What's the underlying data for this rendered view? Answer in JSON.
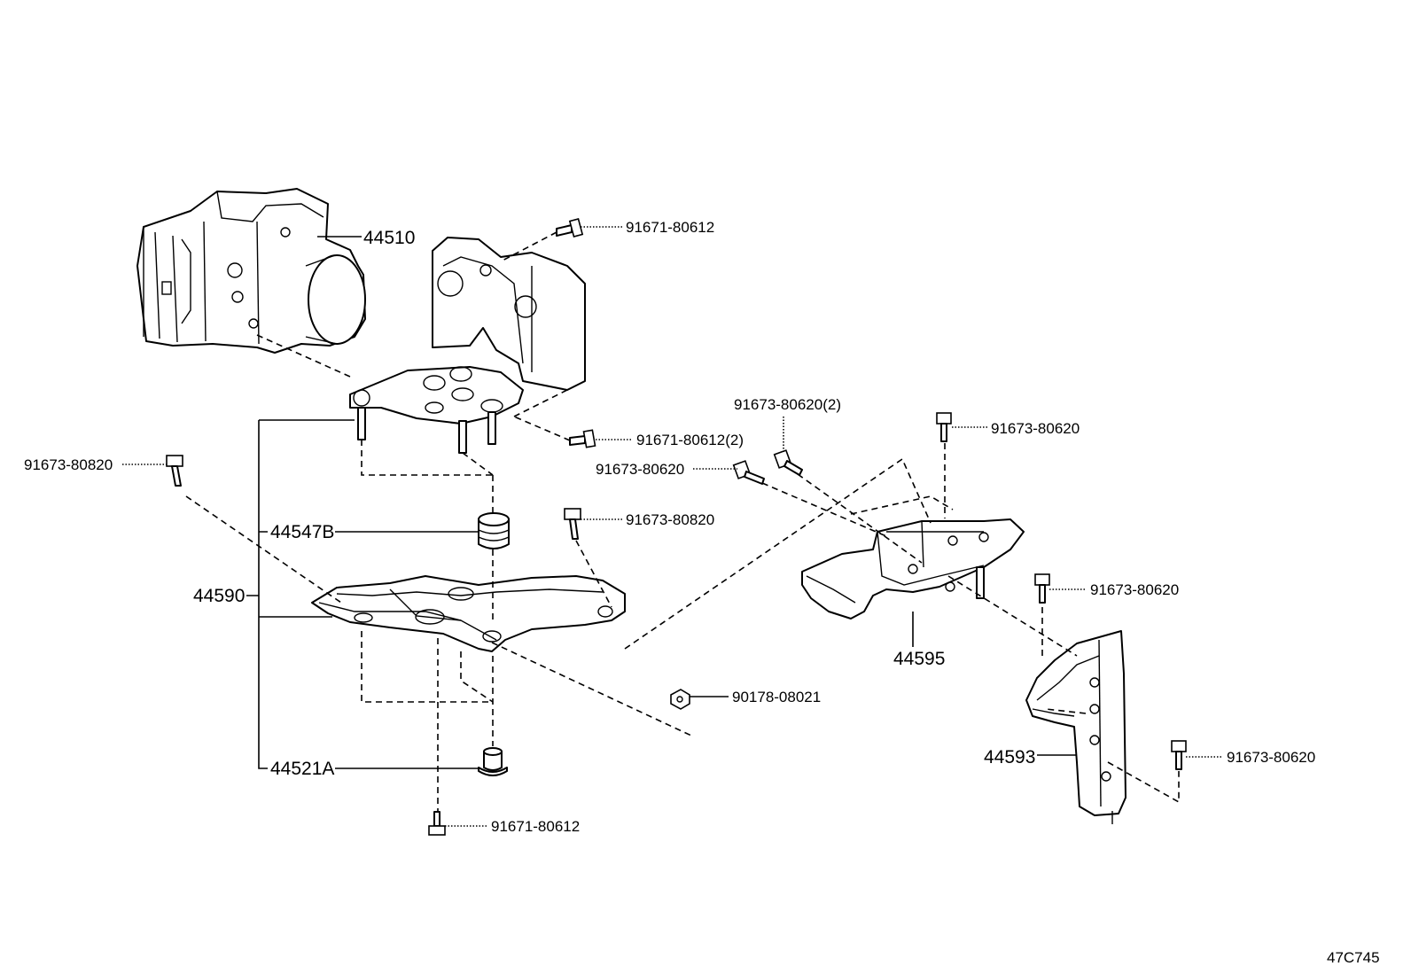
{
  "diagram_id": "47C745",
  "parts": {
    "actuator": "44510",
    "actuator_bolt_top": "91671-80612",
    "actuator_bolt_mid": "91671-80612(2)",
    "bracket_assy": "44590",
    "cushion": "44547B",
    "collar": "44521A",
    "bracket_bolt_bottom": "91671-80612",
    "bolt_left": "91673-80820",
    "bolt_center": "91673-80820",
    "nut": "90178-08021",
    "bolt_qty2": "91673-80620(2)",
    "bolt_single": "91673-80620",
    "bolt_upper_right": "91673-80620",
    "bracket_upper": "44595",
    "bolt_right_mid": "91673-80620",
    "bracket_lower": "44593",
    "bolt_right_low": "91673-80620"
  }
}
